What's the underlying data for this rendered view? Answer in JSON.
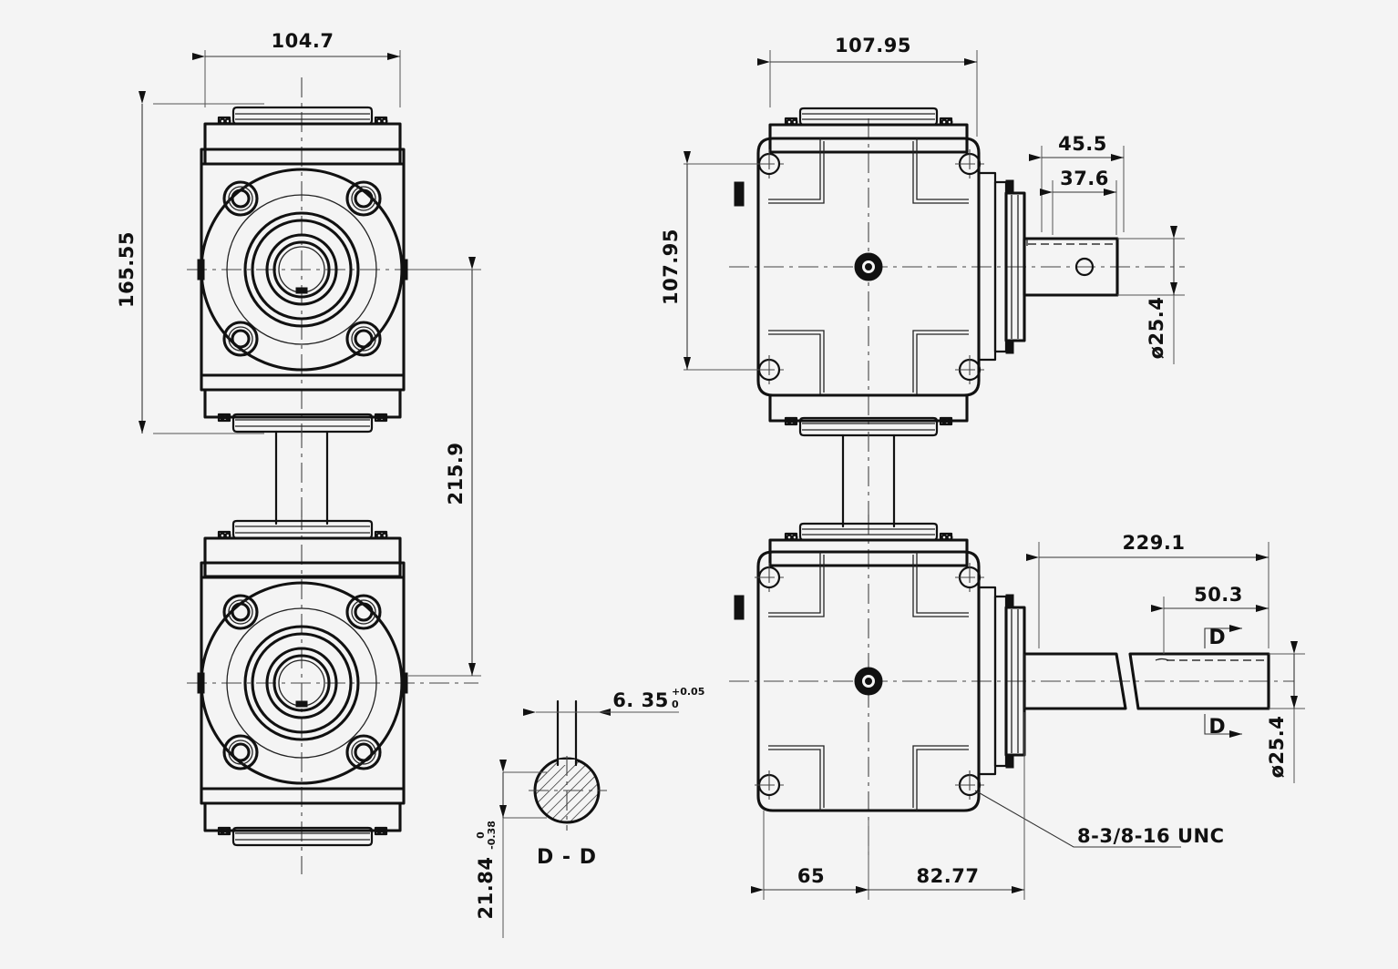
{
  "drawing": {
    "type": "engineering-drawing",
    "subject": "right-angle bevel gearbox assembly, two units joined by shaft",
    "background_color": "#f4f4f4",
    "line_color": "#111111",
    "units": "mm"
  },
  "views": {
    "left_top": {
      "name": "front-view-upper-gearbox"
    },
    "left_bottom": {
      "name": "front-view-lower-gearbox"
    },
    "right_top": {
      "name": "side-view-upper-gearbox"
    },
    "right_bottom": {
      "name": "side-view-lower-gearbox"
    },
    "section": {
      "name": "section-d-d",
      "label": "D - D"
    }
  },
  "dimensions": {
    "left_width": "104.7",
    "left_height": "165.55",
    "left_overall_height": "215.9",
    "right_width": "107.95",
    "right_height": "107.95",
    "short_shaft_overall": "45.5",
    "short_shaft_hole": "37.6",
    "short_shaft_dia": "ø25.4",
    "long_shaft_length": "229.1",
    "long_shaft_keyway": "50.3",
    "long_shaft_dia": "ø25.4",
    "base_left": "65",
    "base_right": "82.77",
    "section_key_width": "6. 35",
    "section_key_tol_upper": "+0.05",
    "section_key_tol_lower": "0",
    "section_key_depth": "21.84",
    "section_depth_tol_upper": "0",
    "section_depth_tol_lower": "-0.38",
    "thread_callout": "8-3/8-16 UNC"
  },
  "section_marks": {
    "upper": "D",
    "lower": "D",
    "label": "D - D"
  }
}
